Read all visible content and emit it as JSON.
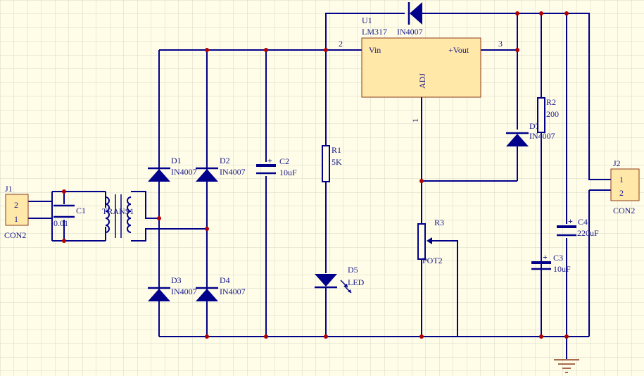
{
  "colors": {
    "background": "#fffde8",
    "grid": "#d6d6c8",
    "wire": "#00008b",
    "junction": "#b00000",
    "body": "#ffe8a8",
    "body_stroke": "#8b3a1a",
    "text": "#1a1a8c"
  },
  "components": {
    "j1": {
      "ref": "J1",
      "type": "CON2",
      "pin_top": "2",
      "pin_bottom": "1"
    },
    "j2": {
      "ref": "J2",
      "type": "CON2",
      "pin_top": "1",
      "pin_bottom": "2"
    },
    "c1": {
      "ref": "C1",
      "value": "0.01"
    },
    "trans": {
      "ref": "TRANS1"
    },
    "d1": {
      "ref": "D1",
      "value": "IN4007"
    },
    "d2": {
      "ref": "D2",
      "value": "IN4007"
    },
    "d3": {
      "ref": "D3",
      "value": "IN4007"
    },
    "d4": {
      "ref": "D4",
      "value": "IN4007"
    },
    "c2": {
      "ref": "C2",
      "value": "10uF",
      "polarity": "+"
    },
    "r1": {
      "ref": "R1",
      "value": "5K"
    },
    "d5": {
      "ref": "D5",
      "value": "LED"
    },
    "u1": {
      "ref": "U1",
      "value": "LM317",
      "pin_vin": "Vin",
      "pin_vout": "+Vout",
      "pin_adj": "ADJ",
      "num_vin": "2",
      "num_vout": "3",
      "num_adj": "1"
    },
    "d6": {
      "value": "IN4007"
    },
    "d7": {
      "ref": "D7",
      "value": "IN4007"
    },
    "r2": {
      "ref": "R2",
      "value": "200"
    },
    "r3": {
      "ref": "R3",
      "value": "POT2"
    },
    "c3": {
      "ref": "C3",
      "value": "10uF",
      "polarity": "+"
    },
    "c4": {
      "ref": "C4",
      "value": "220uF",
      "polarity": "+"
    }
  }
}
